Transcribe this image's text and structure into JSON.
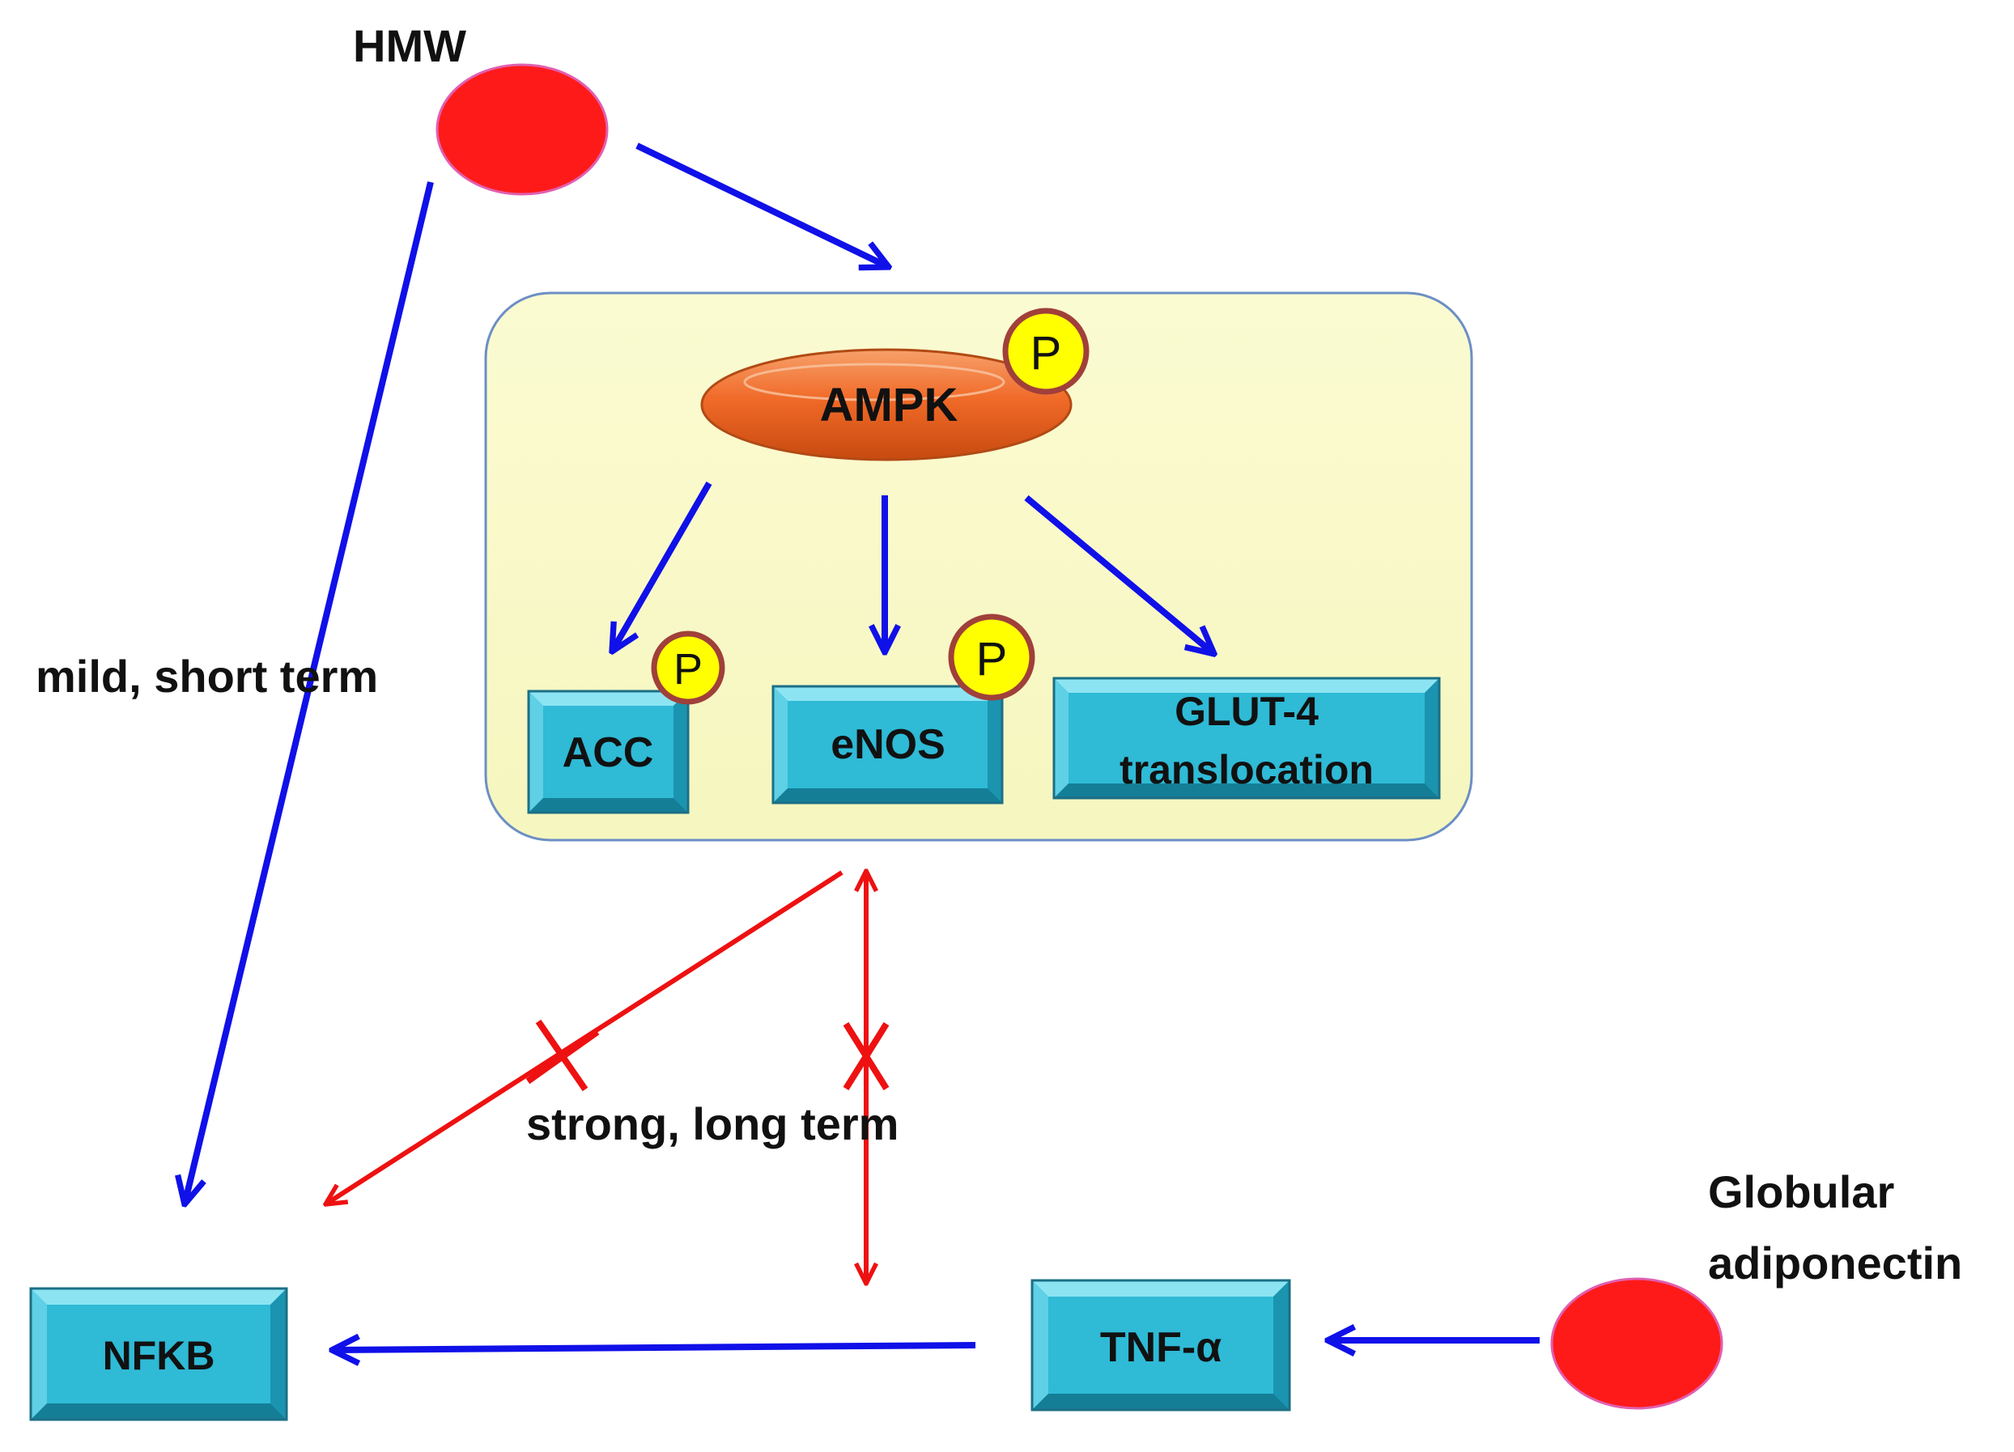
{
  "nodes": {
    "hmw": "HMW",
    "globular_line1": "Globular",
    "globular_line2": "adiponectin",
    "ampk": "AMPK",
    "acc": "ACC",
    "enos": "eNOS",
    "glut4_line1": "GLUT-4",
    "glut4_line2": "translocation",
    "nfkb": "NFKB",
    "tnf": "TNF-α",
    "phospho": "P"
  },
  "labels": {
    "mild": "mild, short term",
    "strong": "strong, long term"
  },
  "colors": {
    "activation": "#1010e8",
    "inhibition": "#ee1111",
    "ligand": "#ff1a1a",
    "panel": "#fafac8",
    "kinase": "#f06a28",
    "box_face": "#2fbad6",
    "phospho_fill": "#ffff00",
    "phospho_ring": "#a0403a"
  }
}
